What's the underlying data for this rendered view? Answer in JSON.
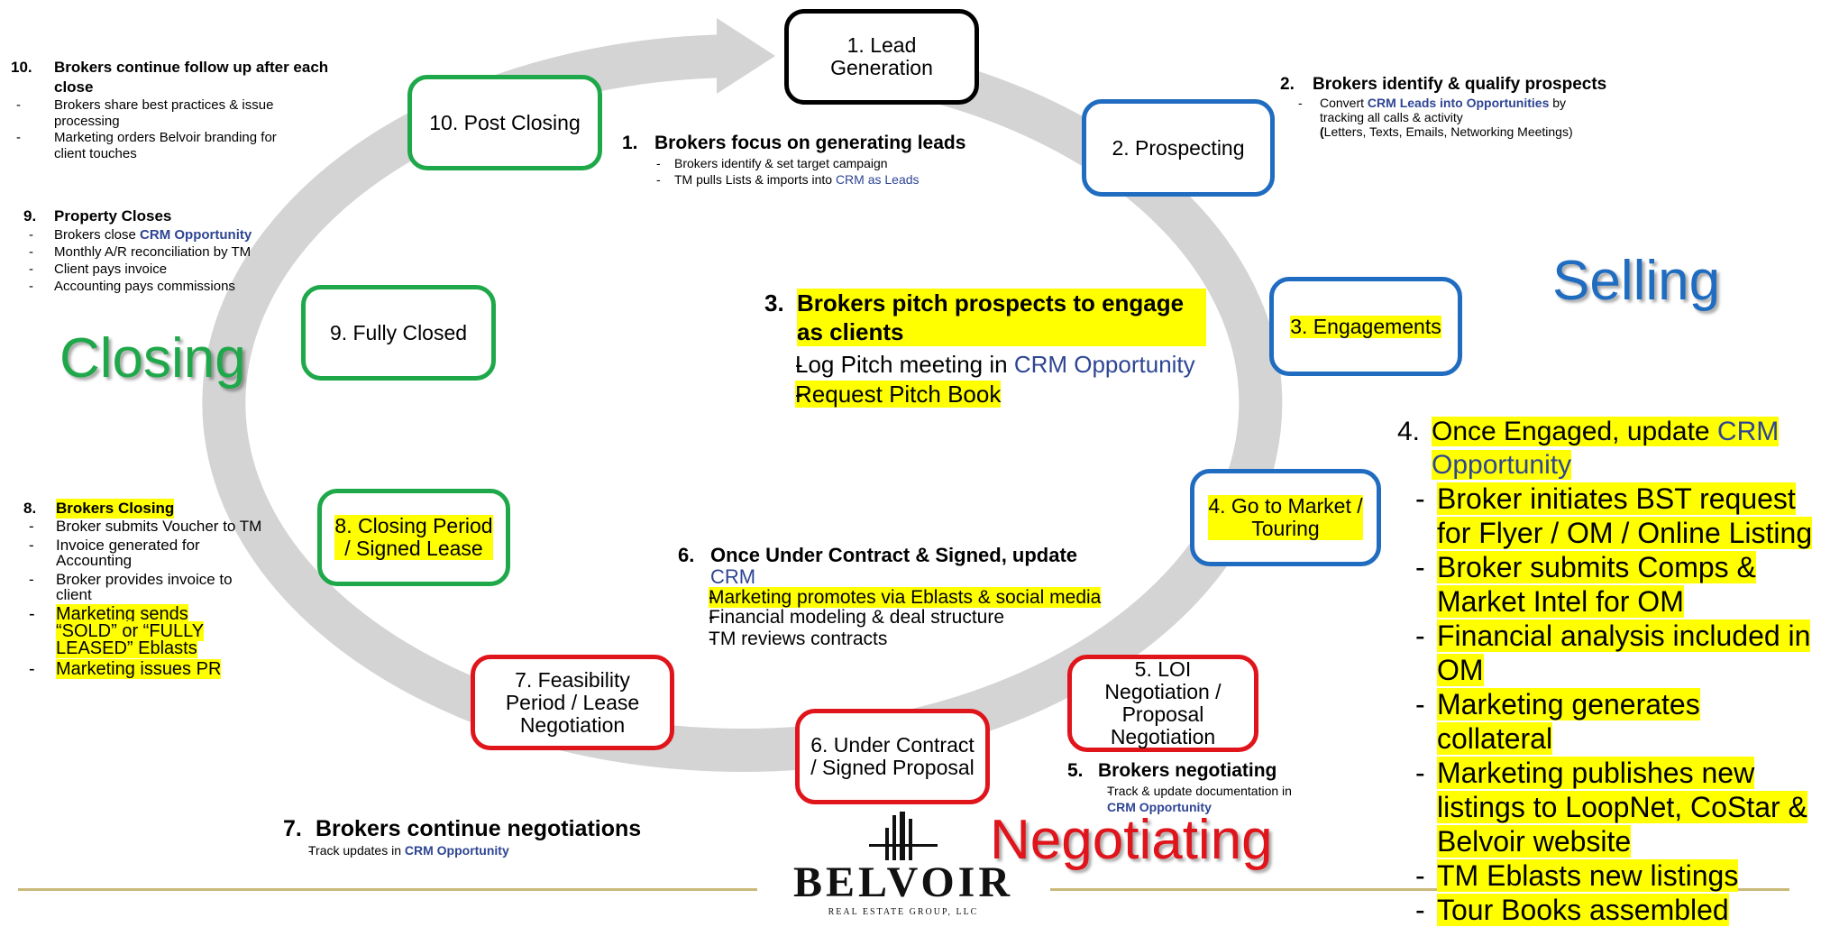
{
  "colors": {
    "selling": "#1f6cc0",
    "closing": "#1fa84a",
    "negotiating": "#e0141b",
    "crm": "#2e4593",
    "highlight": "#ffff00",
    "cycle_arrow": "#d4d4d4",
    "gold_line": "#c9b97a"
  },
  "boxes": {
    "lead": "1. Lead\nGeneration",
    "prospecting": "2. Prospecting",
    "engagements": "3. Engagements",
    "market": "4. Go to Market /\nTouring",
    "loi": "5. LOI\nNegotiation /\nProposal\nNegotiation",
    "under_contract": "6. Under Contract\n/ Signed Proposal",
    "feasibility": "7. Feasibility\nPeriod / Lease\nNegotiation",
    "closing_period": "8. Closing Period\n/ Signed Lease",
    "fully_closed": "9. Fully Closed",
    "post_closing": "10. Post Closing"
  },
  "phases": {
    "selling": "Selling",
    "closing": "Closing",
    "negotiating": "Negotiating"
  },
  "steps": {
    "s1": {
      "num": "1.",
      "title": "Brokers focus on generating leads",
      "b1": "Brokers identify & set target campaign",
      "b2": "TM pulls Lists & imports into ",
      "b2_crm": "CRM as Leads"
    },
    "s2": {
      "num": "2.",
      "title": "Brokers identify & qualify prospects",
      "b1_pre": "Convert ",
      "b1_crm": "CRM Leads into Opportunities",
      "b1_post": " by",
      "b1_line2": "tracking all calls & activity",
      "b1_line3_open": "(",
      "b1_line3": "Letters, Texts, Emails, Networking Meetings)"
    },
    "s3": {
      "num": "3.",
      "title": "Brokers pitch prospects to engage as clients",
      "b1_pre": "Log Pitch meeting in ",
      "b1_crm": "CRM Opportunity",
      "b2": "Request Pitch Book"
    },
    "s4": {
      "num": "4.",
      "title_pre": "Once Engaged, update ",
      "title_crm": "CRM Opportunity",
      "bullets": [
        "Broker initiates BST request for Flyer / OM / Online Listing",
        "Broker submits Comps & Market Intel for OM",
        "Financial analysis included in OM",
        "Marketing generates collateral",
        "Marketing publishes new listings to LoopNet, CoStar & Belvoir website",
        "TM Eblasts new listings",
        "Tour Books assembled"
      ]
    },
    "s5": {
      "num": "5.",
      "title": "Brokers negotiating",
      "b1": "Track & update documentation in",
      "b1_crm": "CRM Opportunity"
    },
    "s6": {
      "num": "6.",
      "title": "Once Under Contract & Signed, update",
      "title_crm": "CRM",
      "b1": "Marketing promotes via Eblasts & social media",
      "b2": "Financial modeling & deal structure",
      "b3": "TM reviews contracts"
    },
    "s7": {
      "num": "7.",
      "title": "Brokers continue negotiations",
      "b1_pre": "Track updates in ",
      "b1_crm": "CRM Opportunity"
    },
    "s8": {
      "num": "8.",
      "title": "Brokers Closing",
      "b1": "Broker submits Voucher to TM",
      "b2": "Invoice generated for Accounting",
      "b3": "Broker provides invoice to client",
      "b4": "Marketing sends “SOLD” or “FULLY LEASED” Eblasts",
      "b5": "Marketing issues PR"
    },
    "s9": {
      "num": "9.",
      "title": "Property Closes",
      "b1_pre": "Brokers close ",
      "b1_crm": "CRM Opportunity",
      "b2": "Monthly A/R reconciliation by TM",
      "b3": "Client pays invoice",
      "b4": "Accounting pays commissions"
    },
    "s10": {
      "num": "10.",
      "title": "Brokers continue follow up after each close",
      "b1": "Brokers share best practices & issue processing",
      "b2": "Marketing orders Belvoir branding for client touches"
    }
  },
  "logo": {
    "name": "BELVOIR",
    "tagline": "REAL ESTATE GROUP, LLC"
  }
}
